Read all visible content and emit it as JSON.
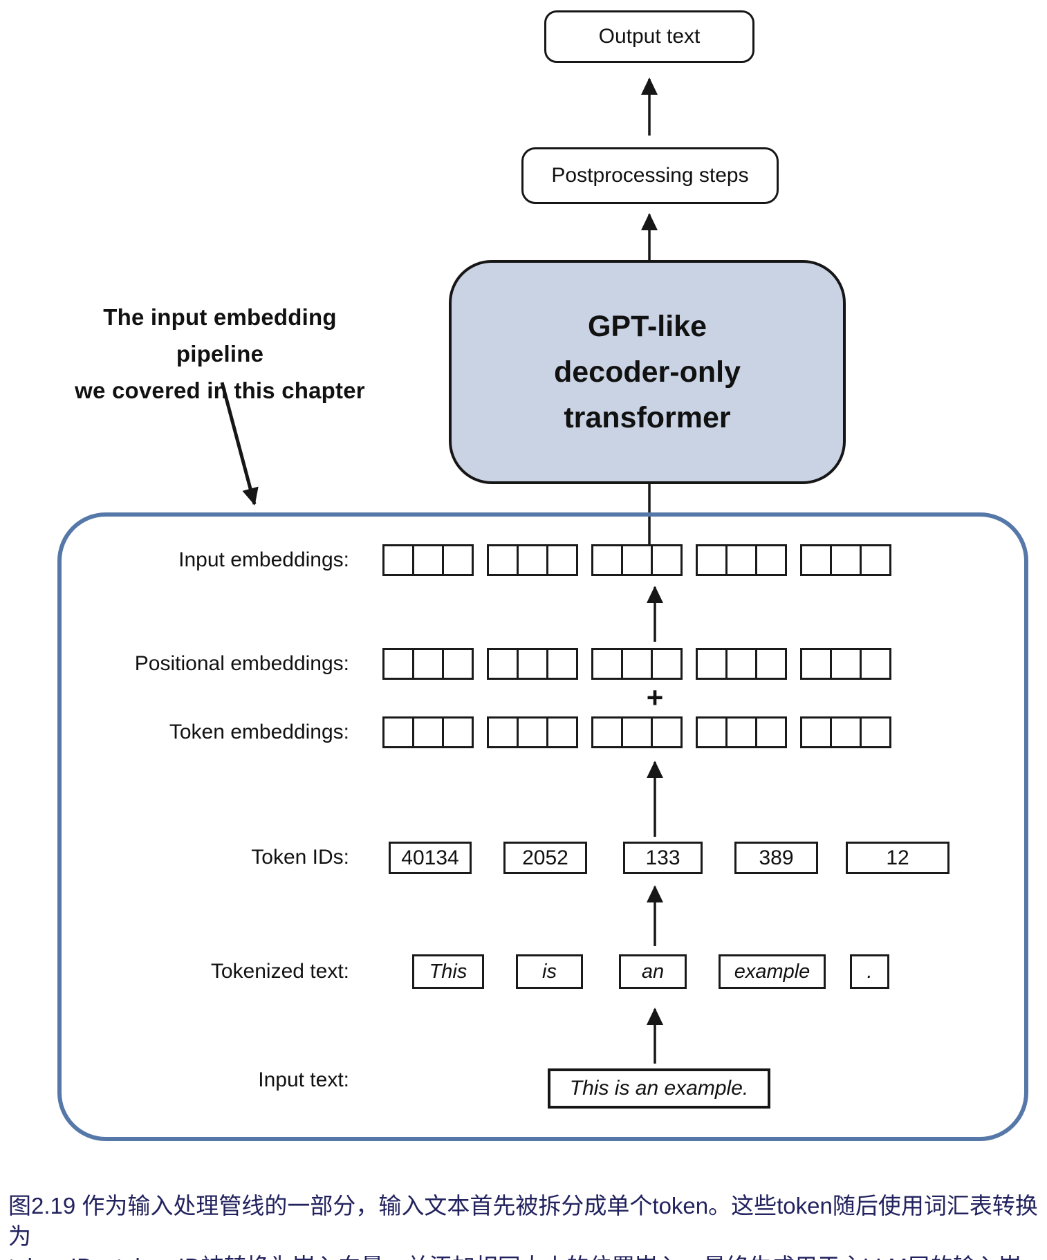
{
  "flow": {
    "output_box": "Output text",
    "postprocessing_box": "Postprocessing steps",
    "gpt_box": [
      "GPT-like",
      "decoder-only",
      "transformer"
    ]
  },
  "annotation": {
    "line1": "The input embedding pipeline",
    "line2": "we covered in this chapter"
  },
  "pipeline": {
    "labels": {
      "input_embeddings": "Input embeddings:",
      "positional_embeddings": "Positional embeddings:",
      "token_embeddings": "Token embeddings:",
      "token_ids": "Token IDs:",
      "tokenized_text": "Tokenized text:",
      "input_text": "Input text:"
    },
    "plus_sign": "+",
    "token_ids": [
      "40134",
      "2052",
      "133",
      "389",
      "12"
    ],
    "tokens": [
      "This",
      "is",
      "an",
      "example",
      "."
    ],
    "input_text": "This is an example."
  },
  "caption": {
    "line1": "图2.19 作为输入处理管线的一部分，输入文本首先被拆分成单个token。这些token随后使用词汇表转换为",
    "line2": "token ID。token ID被转换为嵌入向量，并添加相同大小的位置嵌入，最终生成用于主LLM层的输入嵌入。"
  },
  "colors": {
    "gpt_fill": "#c9d3e3",
    "container_border": "#5578a8",
    "caption_text": "#22225e",
    "stroke": "#161616"
  }
}
